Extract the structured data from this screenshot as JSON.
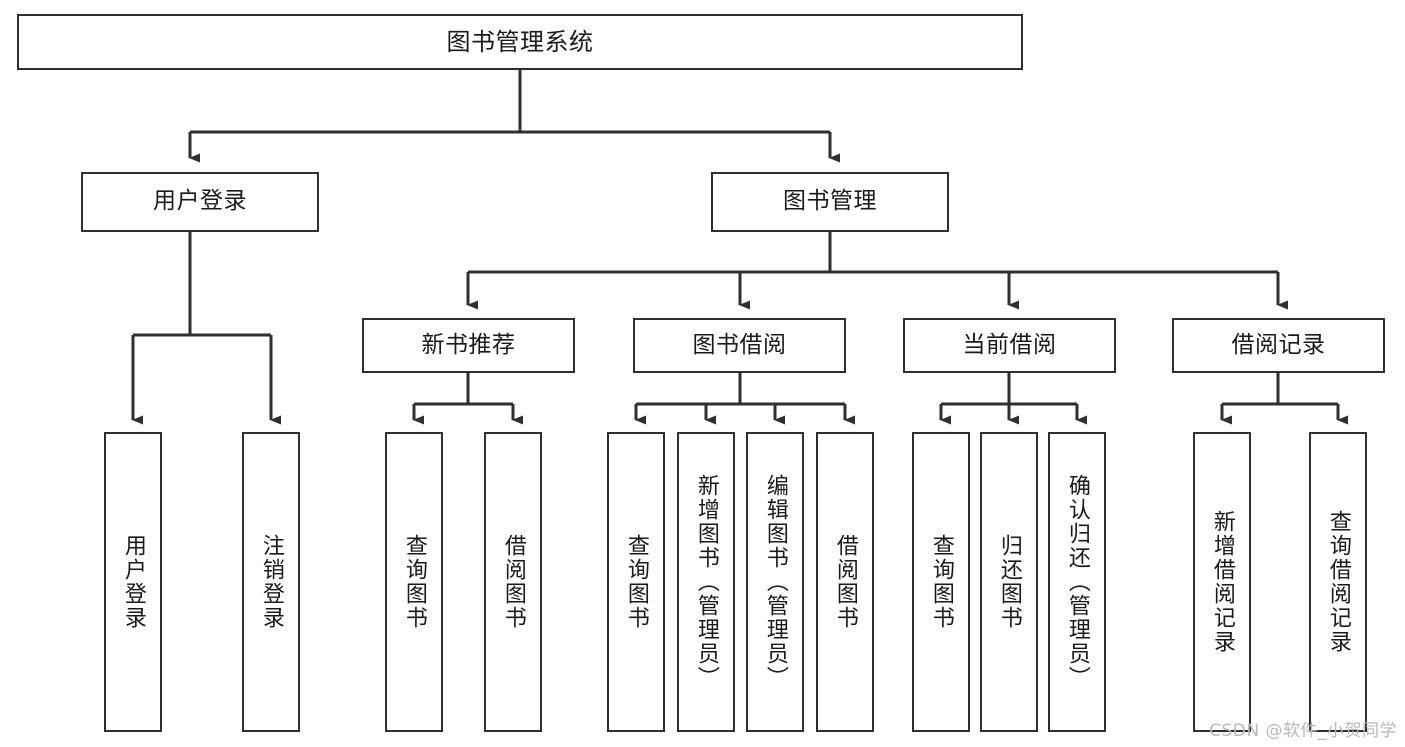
{
  "diagram": {
    "title": "图书管理系统",
    "type": "tree",
    "watermark": "CSDN @软件_小贺同学",
    "colors": {
      "border": "#2f2f2f",
      "fill": "#ffffff",
      "text": "#1a1a1a",
      "background": "#ffffff",
      "watermark": "#b9b9b9"
    },
    "nodes": {
      "root": {
        "label": "图书管理系统"
      },
      "level1": [
        {
          "id": "user-login",
          "label": "用户登录"
        },
        {
          "id": "book-management",
          "label": "图书管理"
        }
      ],
      "level2": [
        {
          "id": "new-book-recommend",
          "label": "新书推荐"
        },
        {
          "id": "book-borrow",
          "label": "图书借阅"
        },
        {
          "id": "current-borrow",
          "label": "当前借阅"
        },
        {
          "id": "borrow-record",
          "label": "借阅记录"
        }
      ],
      "leaves": {
        "user-login": [
          {
            "id": "leaf-user-login",
            "label": "用户登录"
          },
          {
            "id": "leaf-logout",
            "label": "注销登录"
          }
        ],
        "new-book-recommend": [
          {
            "id": "leaf-query-book-1",
            "label": "查询图书"
          },
          {
            "id": "leaf-borrow-book-1",
            "label": "借阅图书"
          }
        ],
        "book-borrow": [
          {
            "id": "leaf-query-book-2",
            "label": "查询图书"
          },
          {
            "id": "leaf-add-book",
            "label": "新增图书（管理员）"
          },
          {
            "id": "leaf-edit-book",
            "label": "编辑图书（管理员）"
          },
          {
            "id": "leaf-borrow-book-2",
            "label": "借阅图书"
          }
        ],
        "current-borrow": [
          {
            "id": "leaf-query-book-3",
            "label": "查询图书"
          },
          {
            "id": "leaf-return-book",
            "label": "归还图书"
          },
          {
            "id": "leaf-confirm-return",
            "label": "确认归还（管理员）"
          }
        ],
        "borrow-record": [
          {
            "id": "leaf-add-record",
            "label": "新增借阅记录"
          },
          {
            "id": "leaf-query-record",
            "label": "查询借阅记录"
          }
        ]
      }
    },
    "edges": [
      {
        "from": "图书管理系统",
        "to": "用户登录"
      },
      {
        "from": "图书管理系统",
        "to": "图书管理"
      },
      {
        "from": "用户登录",
        "to": "用户登录"
      },
      {
        "from": "用户登录",
        "to": "注销登录"
      },
      {
        "from": "图书管理",
        "to": "新书推荐"
      },
      {
        "from": "图书管理",
        "to": "图书借阅"
      },
      {
        "from": "图书管理",
        "to": "当前借阅"
      },
      {
        "from": "图书管理",
        "to": "借阅记录"
      },
      {
        "from": "新书推荐",
        "to": "查询图书"
      },
      {
        "from": "新书推荐",
        "to": "借阅图书"
      },
      {
        "from": "图书借阅",
        "to": "查询图书"
      },
      {
        "from": "图书借阅",
        "to": "新增图书（管理员）"
      },
      {
        "from": "图书借阅",
        "to": "编辑图书（管理员）"
      },
      {
        "from": "图书借阅",
        "to": "借阅图书"
      },
      {
        "from": "当前借阅",
        "to": "查询图书"
      },
      {
        "from": "当前借阅",
        "to": "归还图书"
      },
      {
        "from": "当前借阅",
        "to": "确认归还（管理员）"
      },
      {
        "from": "借阅记录",
        "to": "新增借阅记录"
      },
      {
        "from": "借阅记录",
        "to": "查询借阅记录"
      }
    ]
  }
}
